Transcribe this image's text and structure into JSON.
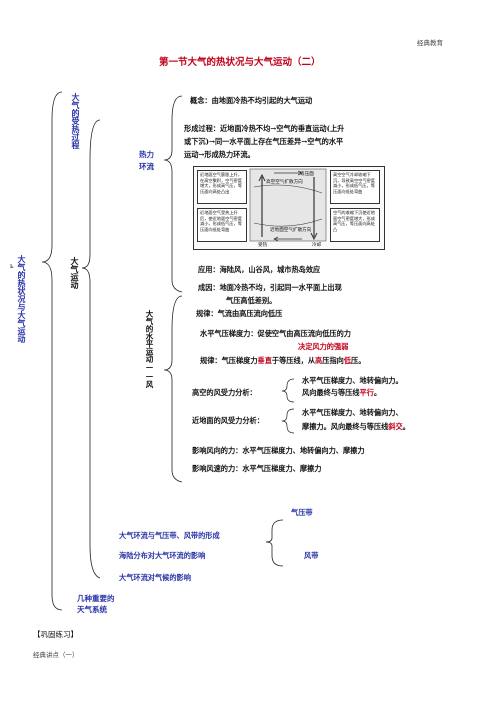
{
  "header": {
    "source": "经典教育"
  },
  "title": "第一节大气的热状况与大气运动（二）",
  "left_root": "大气的热状况与大气运动",
  "left_root_marker": "ь",
  "branches": {
    "heat_process": "大气的受热过程",
    "motion": "大气运动",
    "wind_systems_line1": "几种重要的",
    "wind_systems_line2": "天气系统"
  },
  "thermal": {
    "label_line1": "热力",
    "label_line2": "环流",
    "concept": "概念：由地面冷热不均引起的大气运动",
    "formation_line1": "形成过程：近地面冷热不均→空气的垂直运动(上升",
    "formation_line2": "或下沉)→同一水平面上存在气压差异→空气的水平",
    "formation_line3": "运动→形成热力环流。",
    "application": "应用：海陆风，山谷风，城市热岛效应"
  },
  "diagram": {
    "box_tl": "近地面空气膨胀上升，在高空聚积，空气密度增大，形成高气压，等压面向高处凸出",
    "box_bl": "近地面空气受热上升后，使近地面空气密度减小，形成低气压，等压面向低处弯曲",
    "box_tr": "高空空气冷却收缩下沉，导致高空空气密度减小，形成低气压，等压面向低处弯曲",
    "box_br": "空气的收缩下沉使近地面空气密度增大，形成高气压，等压面向高处凸",
    "mid_top": "高空空气扩散方向",
    "mid_bottom": "近地面空气扩散方向",
    "isobar": "等压面",
    "heated": "受热",
    "cooled": "冷却"
  },
  "horizontal": {
    "label": "大气的水平运动——风",
    "cause_line1": "成因：地面冷热不均，引起同一水平面上出现",
    "cause_line2": "气压高低差别。",
    "rule1": "规律：气流由高压流向低压",
    "pgf_prefix": "水平气压梯度力：",
    "pgf_main": "促使空气由高压流向低压的力",
    "pgf_red": "决定风力的强弱",
    "rule2_prefix": "规律：气压梯度力",
    "rule2_red1": "垂直",
    "rule2_mid": "于等压线，从",
    "rule2_red2": "高",
    "rule2_mid2": "压指向",
    "rule2_red3": "低",
    "rule2_end": "压。",
    "upper_label": "高空的风受力分析：",
    "upper_forces": "水平气压梯度力、地转偏向力。",
    "upper_result_prefix": "风向最终与等压线",
    "upper_result_red": "平行",
    "upper_result_end": "。",
    "surface_label": "近地面的风受力分析：",
    "surface_forces_line1": "水平气压梯度力、地转偏向力、",
    "surface_forces_line2_prefix": "摩擦力。风向最终与等压线",
    "surface_forces_line2_red": "斜交",
    "surface_forces_line2_end": "。",
    "direction": "影响风向的力：水平气压梯度力、地转偏向力、摩擦力",
    "speed": "影响风速的力：水平气压梯度力、摩擦力"
  },
  "circulation": {
    "belts": "气压带",
    "winds": "风带",
    "formation": "大气环流与气压带、风带的形成",
    "landsea": "海陆分布对大气环流的影响",
    "climate": "大气环流对气候的影响"
  },
  "exercise": "【巩固练习】",
  "footer": "经典讲点（一）",
  "colors": {
    "blue": "#2a34a8",
    "red": "#c0001a"
  }
}
